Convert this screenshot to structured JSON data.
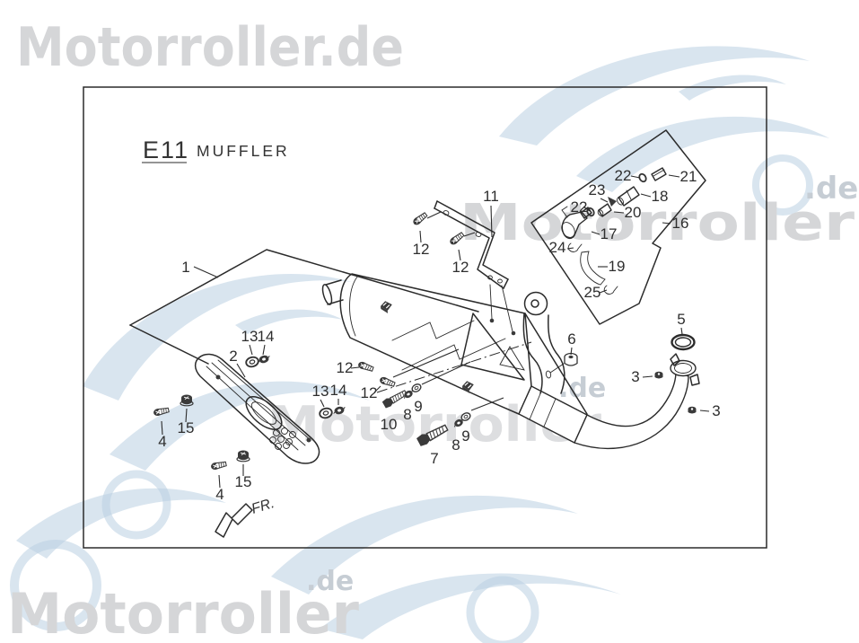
{
  "watermarks": {
    "top_left": "Motorroller.de",
    "top_right_text": "Motorroller",
    "top_right_suffix": ".de",
    "middle_text": "Motorroller",
    "middle_suffix": ".de",
    "bottom_left_text": "Motorroller",
    "bottom_left_suffix": ".de"
  },
  "diagram": {
    "section_code": "E11",
    "section_title": "MUFFLER",
    "direction_label": "FR.",
    "callouts": [
      {
        "part": "1"
      },
      {
        "part": "2"
      },
      {
        "part": "13"
      },
      {
        "part": "14"
      },
      {
        "part": "4"
      },
      {
        "part": "15"
      },
      {
        "part": "4"
      },
      {
        "part": "15"
      },
      {
        "part": "13"
      },
      {
        "part": "14"
      },
      {
        "part": "12"
      },
      {
        "part": "12"
      },
      {
        "part": "11"
      },
      {
        "part": "12"
      },
      {
        "part": "12"
      },
      {
        "part": "10"
      },
      {
        "part": "8"
      },
      {
        "part": "9"
      },
      {
        "part": "7"
      },
      {
        "part": "8"
      },
      {
        "part": "9"
      },
      {
        "part": "6"
      },
      {
        "part": "5"
      },
      {
        "part": "3"
      },
      {
        "part": "3"
      },
      {
        "part": "16"
      },
      {
        "part": "17"
      },
      {
        "part": "18"
      },
      {
        "part": "19"
      },
      {
        "part": "20"
      },
      {
        "part": "21"
      },
      {
        "part": "22"
      },
      {
        "part": "23"
      },
      {
        "part": "22"
      },
      {
        "part": "24"
      },
      {
        "part": "25"
      }
    ]
  },
  "colors": {
    "background": "#ffffff",
    "line": "#2b2b2b",
    "watermark_gray": "#d5d6d8",
    "watermark_blue": "#b9cfe2"
  }
}
